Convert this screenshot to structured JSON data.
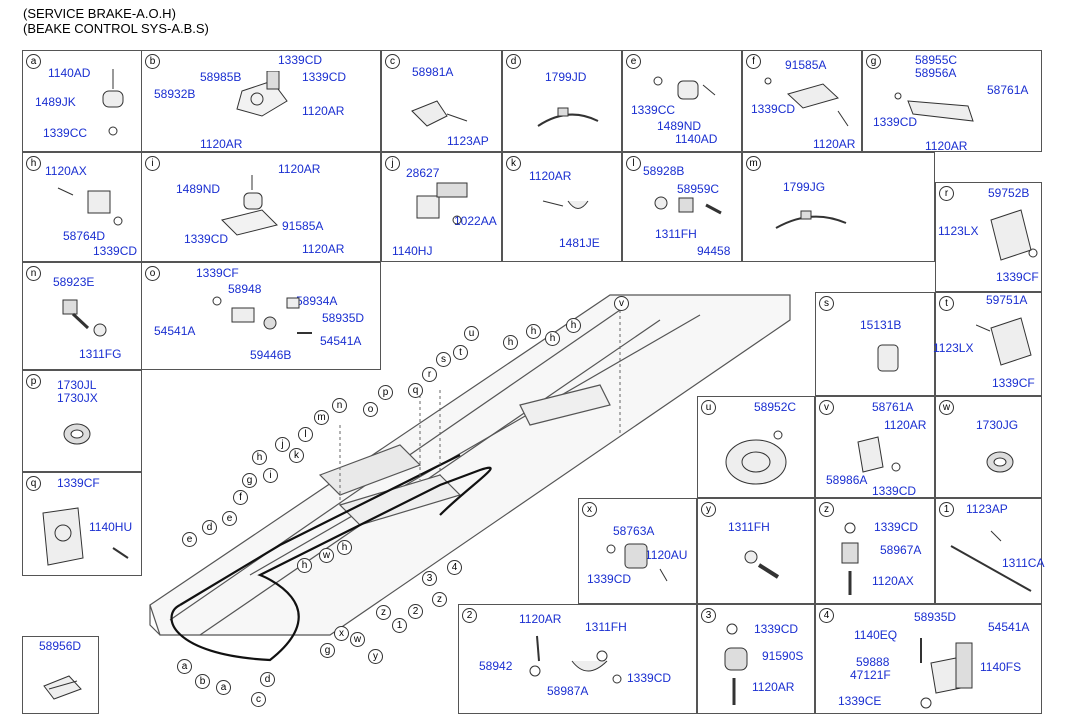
{
  "header": [
    "(SERVICE BRAKE-A.O.H)",
    "(BEAKE CONTROL SYS-A.B.S)"
  ],
  "boxes": {
    "a": {
      "letter": "a",
      "labels": [
        "1140AD",
        "1489JK",
        "1339CC"
      ]
    },
    "b": {
      "letter": "b",
      "labels": [
        "1339CD",
        "1339CD",
        "58985B",
        "58932B",
        "1120AR",
        "1120AR"
      ]
    },
    "c": {
      "letter": "c",
      "labels": [
        "58981A",
        "1123AP"
      ]
    },
    "d": {
      "letter": "d",
      "labels": [
        "1799JD"
      ]
    },
    "e": {
      "letter": "e",
      "labels": [
        "1339CC",
        "1489ND",
        "1140AD"
      ]
    },
    "f": {
      "letter": "f",
      "labels": [
        "91585A",
        "1339CD",
        "1120AR"
      ]
    },
    "g": {
      "letter": "g",
      "labels": [
        "58955C",
        "58956A",
        "58761A",
        "1339CD",
        "1120AR"
      ]
    },
    "h": {
      "letter": "h",
      "labels": [
        "1120AX",
        "58764D",
        "1339CD"
      ]
    },
    "i": {
      "letter": "i",
      "labels": [
        "1120AR",
        "1489ND",
        "91585A",
        "1339CD",
        "1120AR"
      ]
    },
    "j": {
      "letter": "j",
      "labels": [
        "28627",
        "1022AA",
        "1140HJ"
      ]
    },
    "k": {
      "letter": "k",
      "labels": [
        "1120AR",
        "1481JE"
      ]
    },
    "l": {
      "letter": "l",
      "labels": [
        "58928B",
        "58959C",
        "1311FH",
        "94458"
      ]
    },
    "m": {
      "letter": "m",
      "labels": [
        "1799JG"
      ]
    },
    "r": {
      "letter": "r",
      "labels": [
        "59752B",
        "1123LX",
        "1339CF"
      ]
    },
    "n": {
      "letter": "n",
      "labels": [
        "58923E",
        "1311FG"
      ]
    },
    "o": {
      "letter": "o",
      "labels": [
        "1339CF",
        "58948",
        "58934A",
        "58935D",
        "54541A",
        "59446B",
        "54541A"
      ]
    },
    "s": {
      "letter": "s",
      "labels": [
        "15131B"
      ]
    },
    "t": {
      "letter": "t",
      "labels": [
        "59751A",
        "1123LX",
        "1339CF"
      ]
    },
    "p": {
      "letter": "p",
      "labels": [
        "1730JL",
        "1730JX"
      ]
    },
    "u": {
      "letter": "u",
      "labels": [
        "58952C"
      ]
    },
    "v": {
      "letter": "v",
      "labels": [
        "58761A",
        "1120AR",
        "58986A",
        "1339CD"
      ]
    },
    "w": {
      "letter": "w",
      "labels": [
        "1730JG"
      ]
    },
    "q": {
      "letter": "q",
      "labels": [
        "1339CF",
        "1140HU"
      ]
    },
    "x": {
      "letter": "x",
      "labels": [
        "58763A",
        "1120AU",
        "1339CD"
      ]
    },
    "y": {
      "letter": "y",
      "labels": [
        "1311FH"
      ]
    },
    "z": {
      "letter": "z",
      "labels": [
        "1339CD",
        "58967A",
        "1120AX"
      ]
    },
    "n1": {
      "letter": "1",
      "labels": [
        "1123AP",
        "1311CA"
      ]
    },
    "n2": {
      "letter": "2",
      "labels": [
        "1120AR",
        "1311FH",
        "58942",
        "58987A",
        "1339CD"
      ]
    },
    "n3": {
      "letter": "3",
      "labels": [
        "1339CD",
        "91590S",
        "1120AR"
      ]
    },
    "n4": {
      "letter": "4",
      "labels": [
        "58935D",
        "54541A",
        "1140EQ",
        "59888",
        "47121F",
        "1140FS",
        "1339CE"
      ]
    }
  },
  "standalone": {
    "label": "58956D"
  },
  "frame_callouts": [
    "v",
    "u",
    "h",
    "h",
    "h",
    "h",
    "t",
    "s",
    "r",
    "q",
    "p",
    "o",
    "n",
    "m",
    "l",
    "k",
    "j",
    "i",
    "h",
    "g",
    "f",
    "e",
    "d",
    "e",
    "h",
    "w",
    "h",
    "x",
    "w",
    "y",
    "g",
    "z",
    "1",
    "2",
    "z",
    "3",
    "4",
    "a",
    "b",
    "a",
    "c",
    "d"
  ]
}
